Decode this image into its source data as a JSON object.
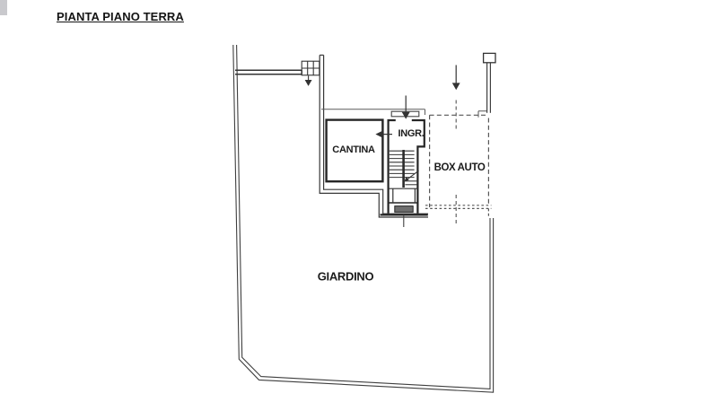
{
  "page": {
    "title": "PIANTA PIANO TERRA",
    "paper_color": "#ffffff"
  },
  "plan": {
    "line_colors": {
      "boundary": "#3f3f3f",
      "wall": "#262626",
      "dashed": "#565656",
      "text": "#1b1b1b"
    },
    "rooms": [
      {
        "id": "cantina",
        "label": "CANTINA"
      },
      {
        "id": "ingresso",
        "label": "INGR."
      },
      {
        "id": "box_auto",
        "label": "BOX AUTO"
      },
      {
        "id": "giardino",
        "label": "GIARDINO"
      }
    ],
    "icons": [
      {
        "name": "garden-steps-down-arrow-icon",
        "direction": "down"
      },
      {
        "name": "entrance-down-arrow-icon",
        "direction": "down"
      },
      {
        "name": "cantina-left-arrow-icon",
        "direction": "left"
      },
      {
        "name": "box-auto-down-arrow-icon",
        "direction": "down"
      }
    ]
  }
}
